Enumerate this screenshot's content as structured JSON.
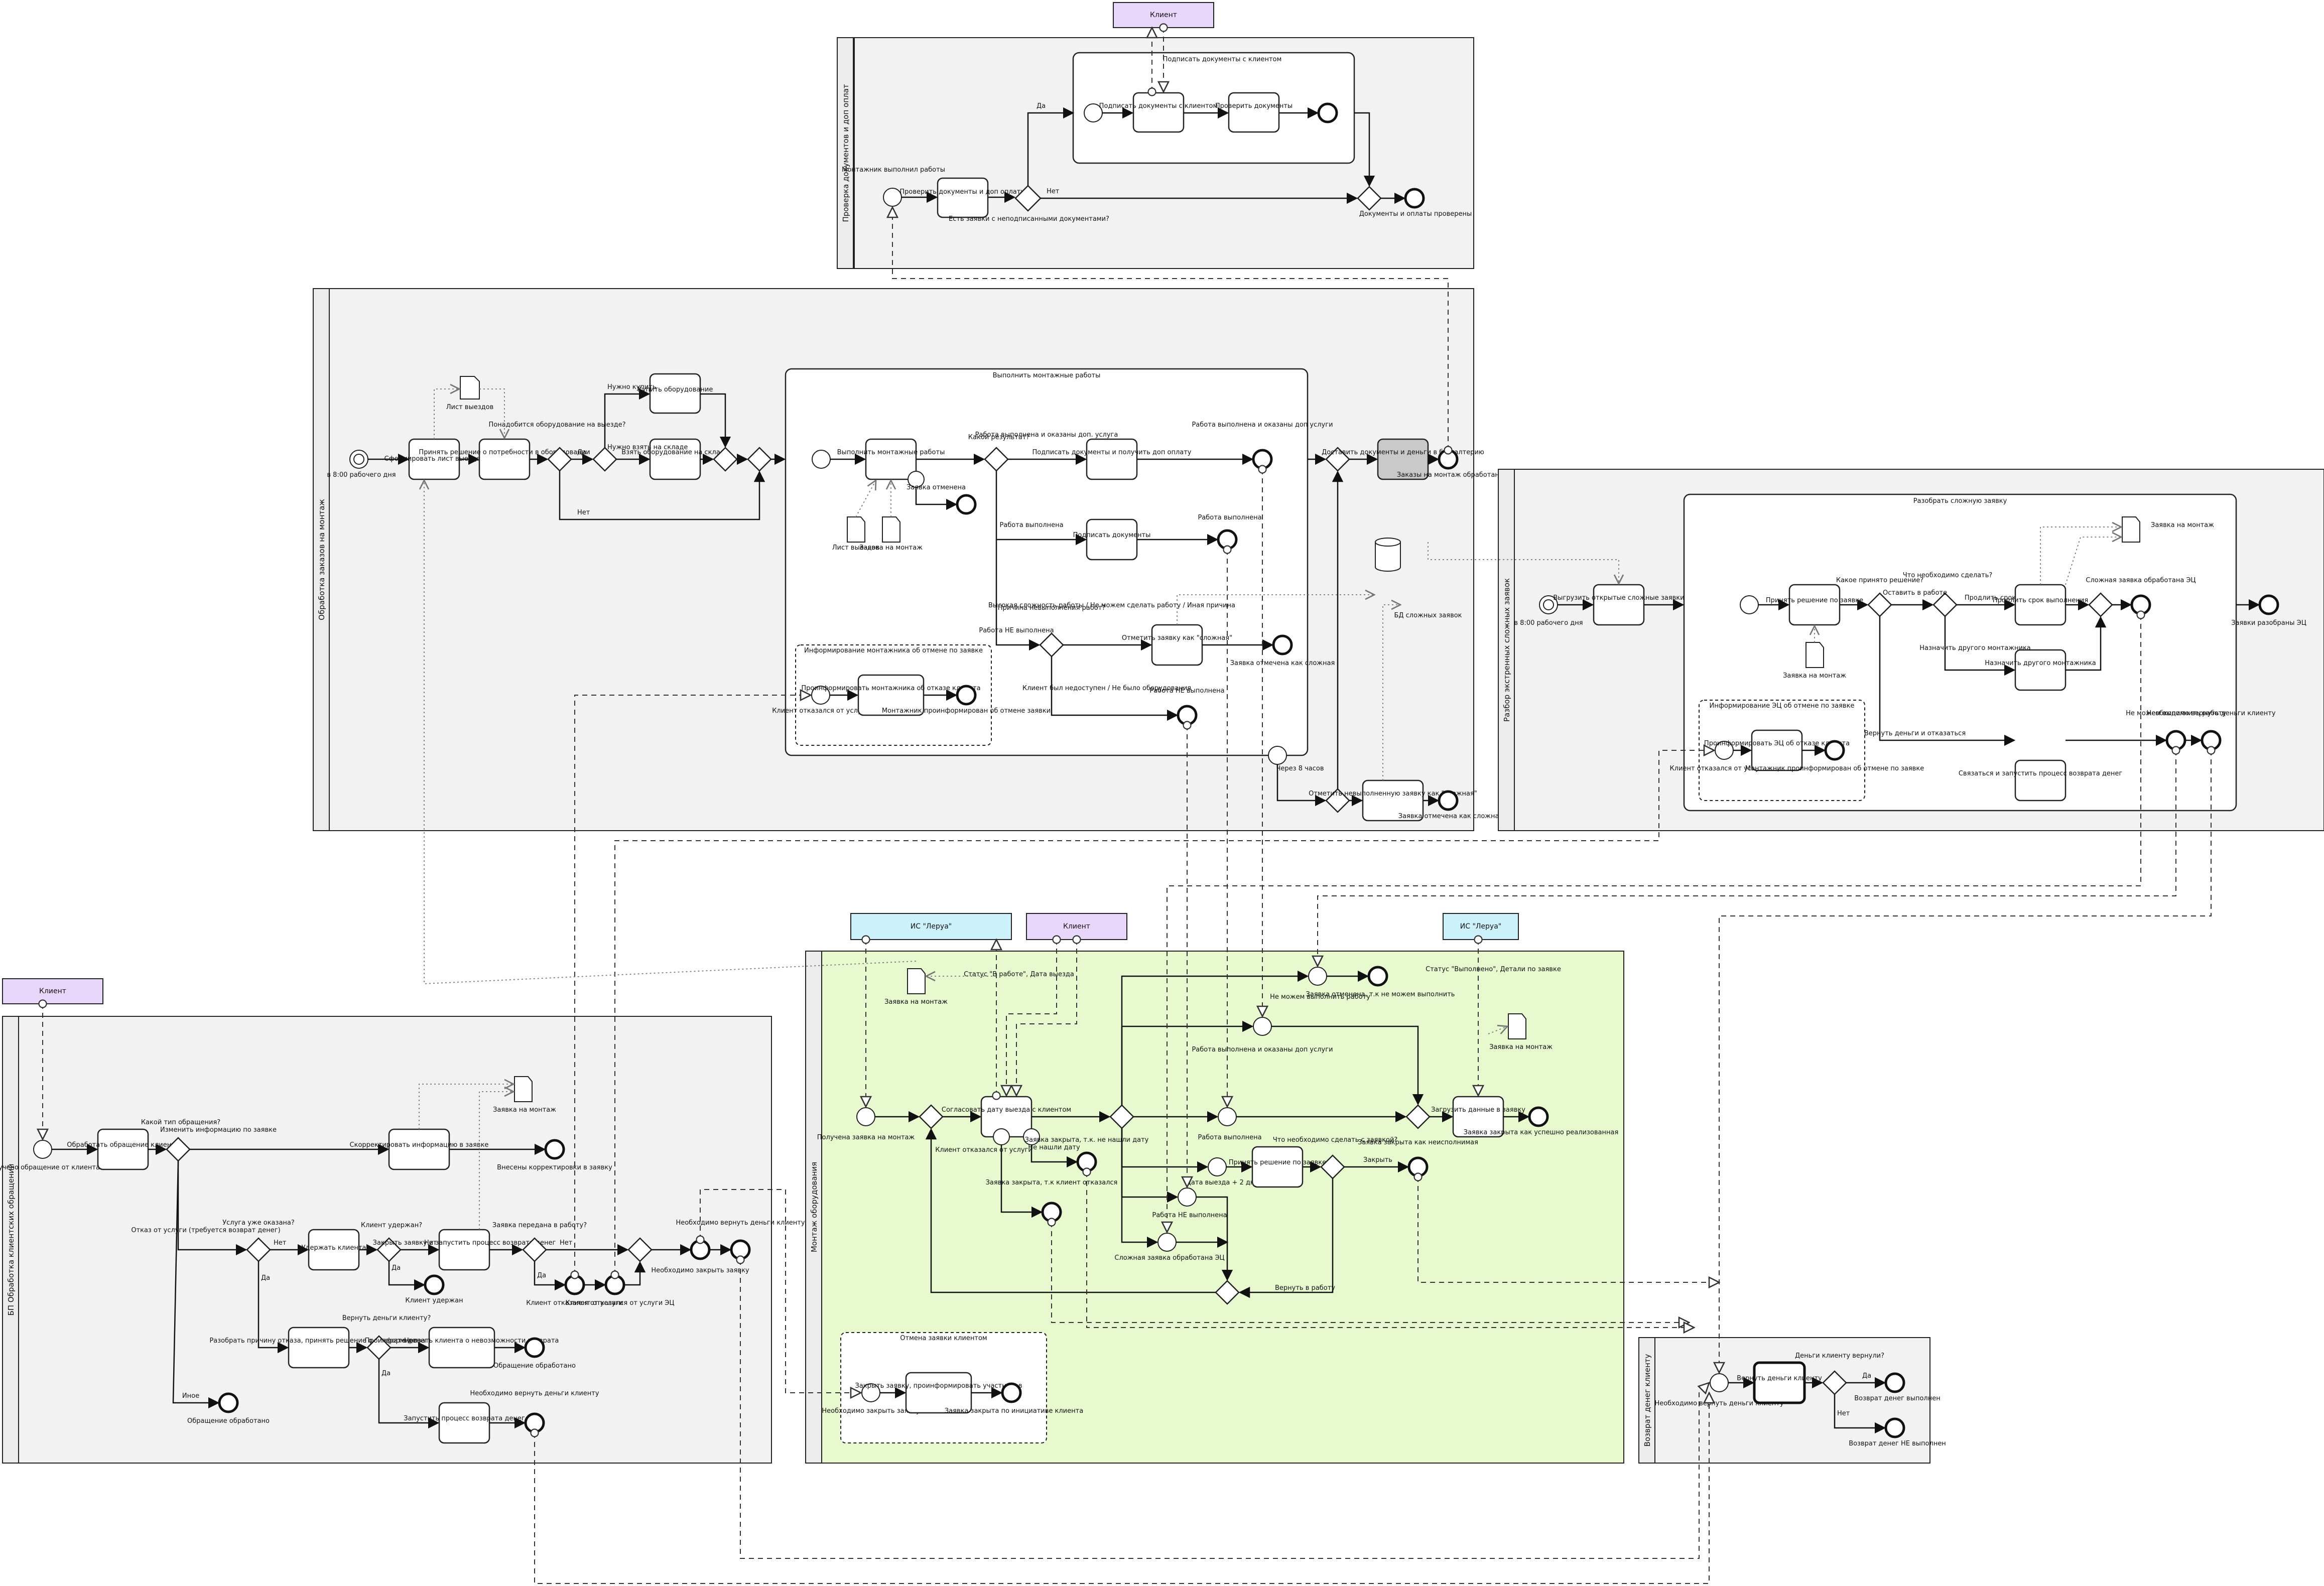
{
  "colors": {
    "participant_violet": "#e8d6fb",
    "participant_blue": "#cdf1fb",
    "pool_grey": "#f2f2f2",
    "pool_green": "#e8f9d0",
    "event_blue": "#d4dcf7",
    "event_red": "#f0868f",
    "event_yellow": "#f4ee6d",
    "event_teal": "#cfeee3",
    "event_pink": "#f3c8cc"
  },
  "black_boxes": {
    "client_top": "Клиент",
    "client_left": "Клиент",
    "is_lerua_1": "ИС \"Леруа\"",
    "client_mid": "Клиент",
    "is_lerua_2": "ИС \"Леруа\""
  },
  "pools": {
    "p1": {
      "label": "Проверка документов и доп оплат"
    },
    "p2": {
      "label": "Обработка заказов на монтаж"
    },
    "p3": {
      "label": "Разбор экстренных сложных заявок"
    },
    "p4": {
      "label": "БП Обработка клиентских обращений"
    },
    "p5": {
      "label": "Монтаж оборудования"
    },
    "p6": {
      "label": "Возврат денег клиенту"
    }
  },
  "subprocesses": {
    "sign_docs": "Подписать документы с клиентом",
    "do_install": "Выполнить монтажные работы",
    "inform_install": "Информирование монтажника об отмене по заявке",
    "analyze": "Разобрать сложную заявку",
    "inform_ec": "Информирование ЭЦ об отмене по заявке",
    "cancel_client": "Отмена заявки клиентом"
  },
  "tasks": {
    "p1_check": "Проверить документы и доп оплаты",
    "p1_sign": "Подписать документы с клиентом",
    "p1_verify": "Проверить документы",
    "p2_form": "Сформировать лист выездов",
    "p2_decide": "Принять решение о потребности в оборудовании",
    "p2_buy": "Купить оборудование",
    "p2_take": "Взять оборудование на складе",
    "p2_do": "Выполнить монтажные работы",
    "p2_sign_pay": "Подписать документы и получить доп оплату",
    "p2_sign": "Подписать документы",
    "p2_mark": "Отметить заявку как \"сложная\"",
    "p2_inform": "Проинформировать монтажника об отказе клиента",
    "p2_deliver": "Доставить документы и деньги в бухгалтерию",
    "p2_mark2": "Отметить невыполненную заявку как \"сложная\"",
    "p3_unload": "Выгрузить открытые сложные заявки",
    "p3_decide": "Принять решение по заявке",
    "p3_extend": "Продлить срок выполнения",
    "p3_assign": "Назначить другого монтажника",
    "p3_refund": "Связаться и запустить процесс возврата денег",
    "p3_inform": "Проинформировать ЭЦ об отказе клиента",
    "p4_handle": "Обработать обращение клиента",
    "p4_correct": "Скорректировать информацию в заявке",
    "p4_keep": "Удержать клиента",
    "p4_close": "Закрыть заявку и запустить процесс возврата денег",
    "p4_explain": "Разобрать причину отказа, принять решение о возврате денег",
    "p4_inform": "Проинформировать клиента о невозможности возврата",
    "p4_start": "Запустить процесс возврата денег",
    "p5_agree": "Согласовать дату выезда с клиентом",
    "p5_decide": "Принять решение по заявке",
    "p5_load": "Загрузить данные в заявку",
    "p5_close": "Закрыть заявку, проинформировать участников",
    "p6_return": "Вернуть деньги клиенту"
  },
  "events": {
    "p1_start": "Монтажник выполнил работы",
    "p1_end": "Документы и оплаты проверены",
    "p2_start": "в 8:00 рабочего дня",
    "p2_ready": "Заявка отменена",
    "p2_done_pay": "Работа выполнена и оказаны доп услуги",
    "p2_done": "Работа выполнена",
    "p2_complex": "Заявка отмечена как сложная",
    "p2_not_done": "Работа НЕ выполнена",
    "p2_client_refuse": "Клиент отказался от услуги",
    "p2_installer_informed": "Монтажник проинформирован об отмене заявки",
    "p2_end": "Заказы на монтаж обработаны",
    "p2_timer": "Через 8 часов",
    "p2_end2": "Заявка отмечена как сложная",
    "p3_start": "в 8:00 рабочего дня",
    "p3_complex": "Сложная заявка обработана ЭЦ",
    "p3_not_done": "Не можем выполнить работу",
    "p3_refund": "Необходимо вернуть деньги клиенту",
    "p3_client_refuse": "Клиент отказался от услуги ЭЦ",
    "p3_installer_informed": "Монтажник проинформирован об отмене по заявке",
    "p3_end": "Заявки разобраны ЭЦ",
    "p4_start": "Получено обращение от клиента",
    "p4_corrected": "Внесены корректировки в заявку",
    "p4_kept": "Клиент удержан",
    "p4_refuse1": "Клиент отказался от услуги",
    "p4_refuse2": "Клиент отказался от услуги ЭЦ",
    "p4_close_req": "Необходимо закрыть заявку",
    "p4_refund": "Необходимо вернуть деньги клиенту",
    "p4_processed": "Обращение обработано",
    "p4_other": "Обращение обработано",
    "p4_refund2": "Необходимо вернуть деньги клиенту",
    "p5_start": "Получена заявка на монтаж",
    "p5_cant": "Не можем выполнить работу",
    "p5_cancel_end": "Заявка отменена, т.к не можем выполнить",
    "p5_done_pay": "Работа выполнена и оказаны доп услуги",
    "p5_done": "Работа выполнена",
    "p5_timer": "Дата выезда + 2 дня",
    "p5_not_done": "Работа НЕ выполнена",
    "p5_complex": "Сложная заявка обработана ЭЦ",
    "p5_closed_client": "Заявка закрыта, т.к клиент отказался",
    "p5_closed_nodate": "Заявка закрыта, т.к. не нашли дату",
    "p5_closed_fail": "Заявка закрыта как неисполнимая",
    "p5_success": "Заявка закрыта как успешно реализованная",
    "p5_need_close": "Необходимо закрыть заявку",
    "p5_closed_init": "Заявка закрыта по инициативе клиента",
    "p6_refund": "Необходимо вернуть деньги клиенту",
    "p6_yes": "Возврат денег выполнен",
    "p6_no": "Возврат денег НЕ выполнен"
  },
  "labels": {
    "yes": "Да",
    "no": "Нет",
    "p1_gw": "Есть заявки с неподписанными документами?",
    "p2_need": "Понадобится оборудование на выезде?",
    "p2_need_buy": "Нужно купить",
    "p2_need_take": "Нужно взять на складе",
    "p2_result": "Какой результат?",
    "p2_r1": "Работа выполнена и оказаны доп. услуга",
    "p2_r2": "Работа выполнена",
    "p2_r3": "Работа НЕ выполнена",
    "p2_reason": "Причина невыполнения работ?",
    "p2_reason1": "Высокая сложность работы / Не можем сделать работу / Иная причина",
    "p2_reason2": "Клиент был недоступен / Не было оборудования",
    "p3_which": "Какое принято решение?",
    "p3_need": "Что необходимо сделать?",
    "p3_leave": "Оставить в работе",
    "p3_extend_l": "Продлить срок",
    "p3_assign_l": "Назначить другого монтажника",
    "p3_refund_l": "Вернуть деньги и отказаться",
    "p4_which": "Какой тип обращения?",
    "p4_change": "Изменить информацию по заявке",
    "p4_refuse": "Отказ от услуги (требуется возврат денег)",
    "p4_already": "Услуга уже оказана?",
    "p4_kept_q": "Клиент удержан?",
    "p4_passed": "Заявка передана в работу?",
    "p4_refund_q": "Вернуть деньги клиенту?",
    "p4_other": "Иное",
    "p5_status": "Статус \"В работе\", Дата выезда",
    "p5_status2": "Статус \"Выполнено\", Детали по заявке",
    "p5_need": "Что необходимо сделать с заявкой?",
    "p5_close": "Закрыть",
    "p5_return": "Вернуть в работу",
    "p5_refused": "Клиент отказался от услуги",
    "p5_nodate": "Не нашли дату",
    "p6_q": "Деньги клиенту вернули?",
    "data_store": "БД сложных заявок"
  },
  "documents": {
    "d1": "Лист выездов",
    "d2": "Заявка на монтаж",
    "d3": "Лист выездов",
    "d4": "Заявка на монтаж",
    "d5": "Заявка на монтаж",
    "d6": "Заявка на монтаж",
    "d7": "Заявка на монтаж",
    "d8": "Заявка на монтаж"
  }
}
